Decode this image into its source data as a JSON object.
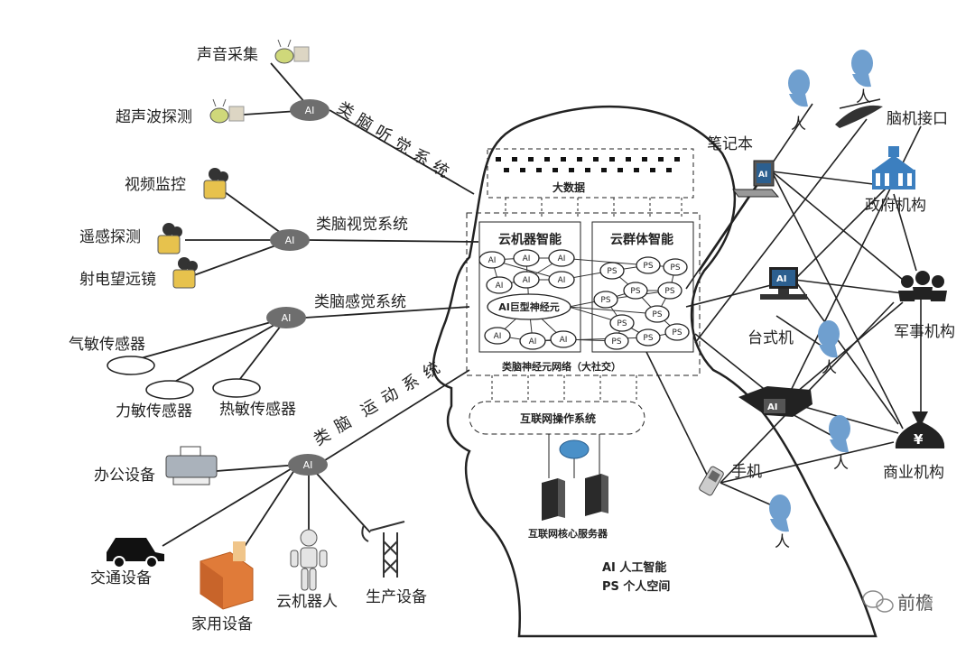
{
  "hearing": {
    "title_chars": [
      "类",
      "脑",
      "听",
      "觉",
      "系",
      "统"
    ],
    "items": [
      "声音采集",
      "超声波探测"
    ]
  },
  "vision": {
    "title": "类脑视觉系统",
    "items": [
      "视频监控",
      "遥感探测",
      "射电望远镜"
    ]
  },
  "sense": {
    "title": "类脑感觉系统",
    "items": [
      "气敏传感器",
      "力敏传感器",
      "热敏传感器"
    ]
  },
  "motion": {
    "title_chars": [
      "类",
      "脑",
      "运",
      "动",
      "系",
      "统"
    ],
    "items": [
      "办公设备",
      "交通设备",
      "家用设备",
      "云机器人",
      "生产设备"
    ]
  },
  "ai_label": "AI",
  "brain": {
    "big_data": "大数据",
    "cloud_machine": "云机器智能",
    "cloud_group": "云群体智能",
    "giant_neuron": "AI巨型神经元",
    "network": "类脑神经元网络（大社交）",
    "os": "互联网操作系统",
    "servers": "互联网核心服务器",
    "ps": "PS"
  },
  "right": {
    "person": "人",
    "interface": "脑机接口",
    "laptop": "笔记本",
    "gov": "政府机构",
    "desktop": "台式机",
    "military": "军事机构",
    "phone": "手机",
    "business": "商业机构",
    "currency": "¥"
  },
  "legend": {
    "ai": "AI 人工智能",
    "ps": "PS 个人空间"
  },
  "watermark": "前檐",
  "colors": {
    "line": "#222222",
    "hub": "#6e6e6e",
    "person": "#6f9fcf",
    "building": "#3c7fbf",
    "router": "#4a90c8",
    "box": "#e07b39"
  }
}
